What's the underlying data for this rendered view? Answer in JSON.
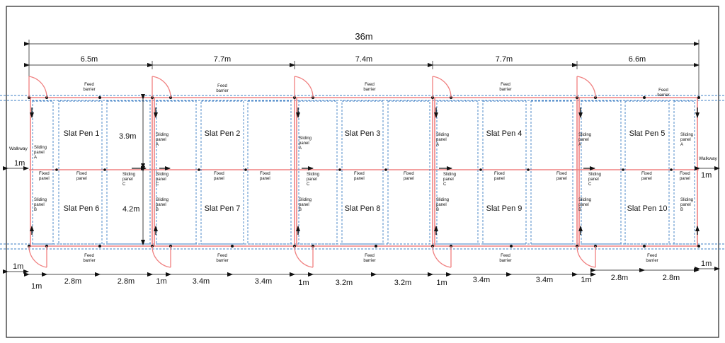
{
  "total_width": "36m",
  "bay_widths": [
    "6.5m",
    "7.7m",
    "7.4m",
    "7.7m",
    "6.6m"
  ],
  "pens": {
    "top": [
      "Slat Pen 1",
      "Slat Pen 2",
      "Slat Pen 3",
      "Slat Pen 4",
      "Slat Pen 5"
    ],
    "bottom": [
      "Slat Pen 6",
      "Slat Pen 7",
      "Slat Pen 8",
      "Slat Pen 9",
      "Slat Pen 10"
    ]
  },
  "heights": {
    "top": "3.9m",
    "bottom": "4.2m"
  },
  "walkway": {
    "label": "Walkway",
    "left_width": "1m",
    "right_width": "1m"
  },
  "labels": {
    "feed_barrier": [
      "Feed",
      "barrier"
    ],
    "sliding_panel": [
      "Sliding",
      "panel"
    ],
    "fixed_panel": [
      "Fixed",
      "panel"
    ],
    "panel_a": "A",
    "panel_b": "B",
    "panel_c": "C"
  },
  "bottom_dims": {
    "left_offset": "1m",
    "under_offset": "1m",
    "segments": [
      [
        "1m",
        "2.8m",
        "2.8m"
      ],
      [
        "1m",
        "3.4m",
        "3.4m"
      ],
      [
        "1m",
        "3.2m",
        "3.2m"
      ],
      [
        "1m",
        "3.4m",
        "3.4m"
      ],
      [
        "1m",
        "2.8m",
        "2.8m"
      ]
    ],
    "right_end": "1m"
  },
  "colors": {
    "wall": "#f08080",
    "dashed": "#3d7fc4",
    "ink": "#111111"
  }
}
